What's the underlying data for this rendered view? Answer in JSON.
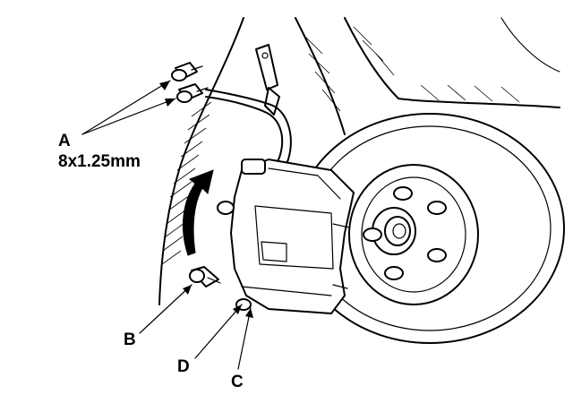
{
  "labels": {
    "a": "A",
    "a_spec": "8x1.25mm",
    "b": "B",
    "c": "C",
    "d": "D"
  },
  "colors": {
    "line": "#000000",
    "background": "#ffffff"
  }
}
